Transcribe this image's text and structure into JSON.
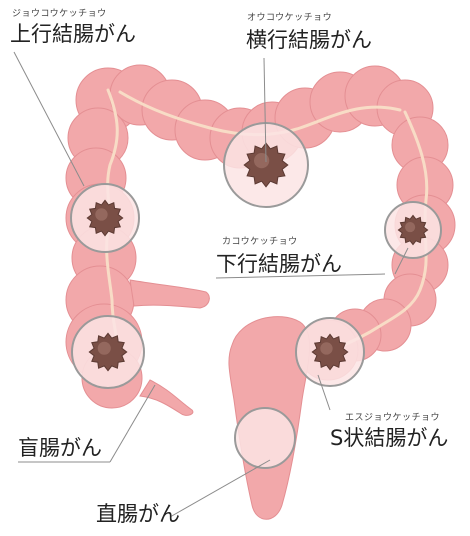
{
  "colors": {
    "tissue": "#f2a8aa",
    "tissue_shade": "#e48f93",
    "vessel": "#f8dcc6",
    "lens_fill": "#fce4e4",
    "lens_ring": "#9a9a9a",
    "tumor": "#7a4f46",
    "tumor_edge": "#5c3a33",
    "leader": "#8c8c8c",
    "text": "#222222"
  },
  "labels": {
    "ascending": {
      "reading": "ジョウコウケッチョウ",
      "name": "上行結腸がん"
    },
    "transverse": {
      "reading": "オウコウケッチョウ",
      "name": "横行結腸がん"
    },
    "descending": {
      "reading": "カコウケッチョウ",
      "name": "下行結腸がん"
    },
    "sigmoid": {
      "reading": "エスジョウケッチョウ",
      "name": "S状結腸がん"
    },
    "cecum": {
      "name": "盲腸がん"
    },
    "rectum": {
      "name": "直腸がん"
    }
  }
}
